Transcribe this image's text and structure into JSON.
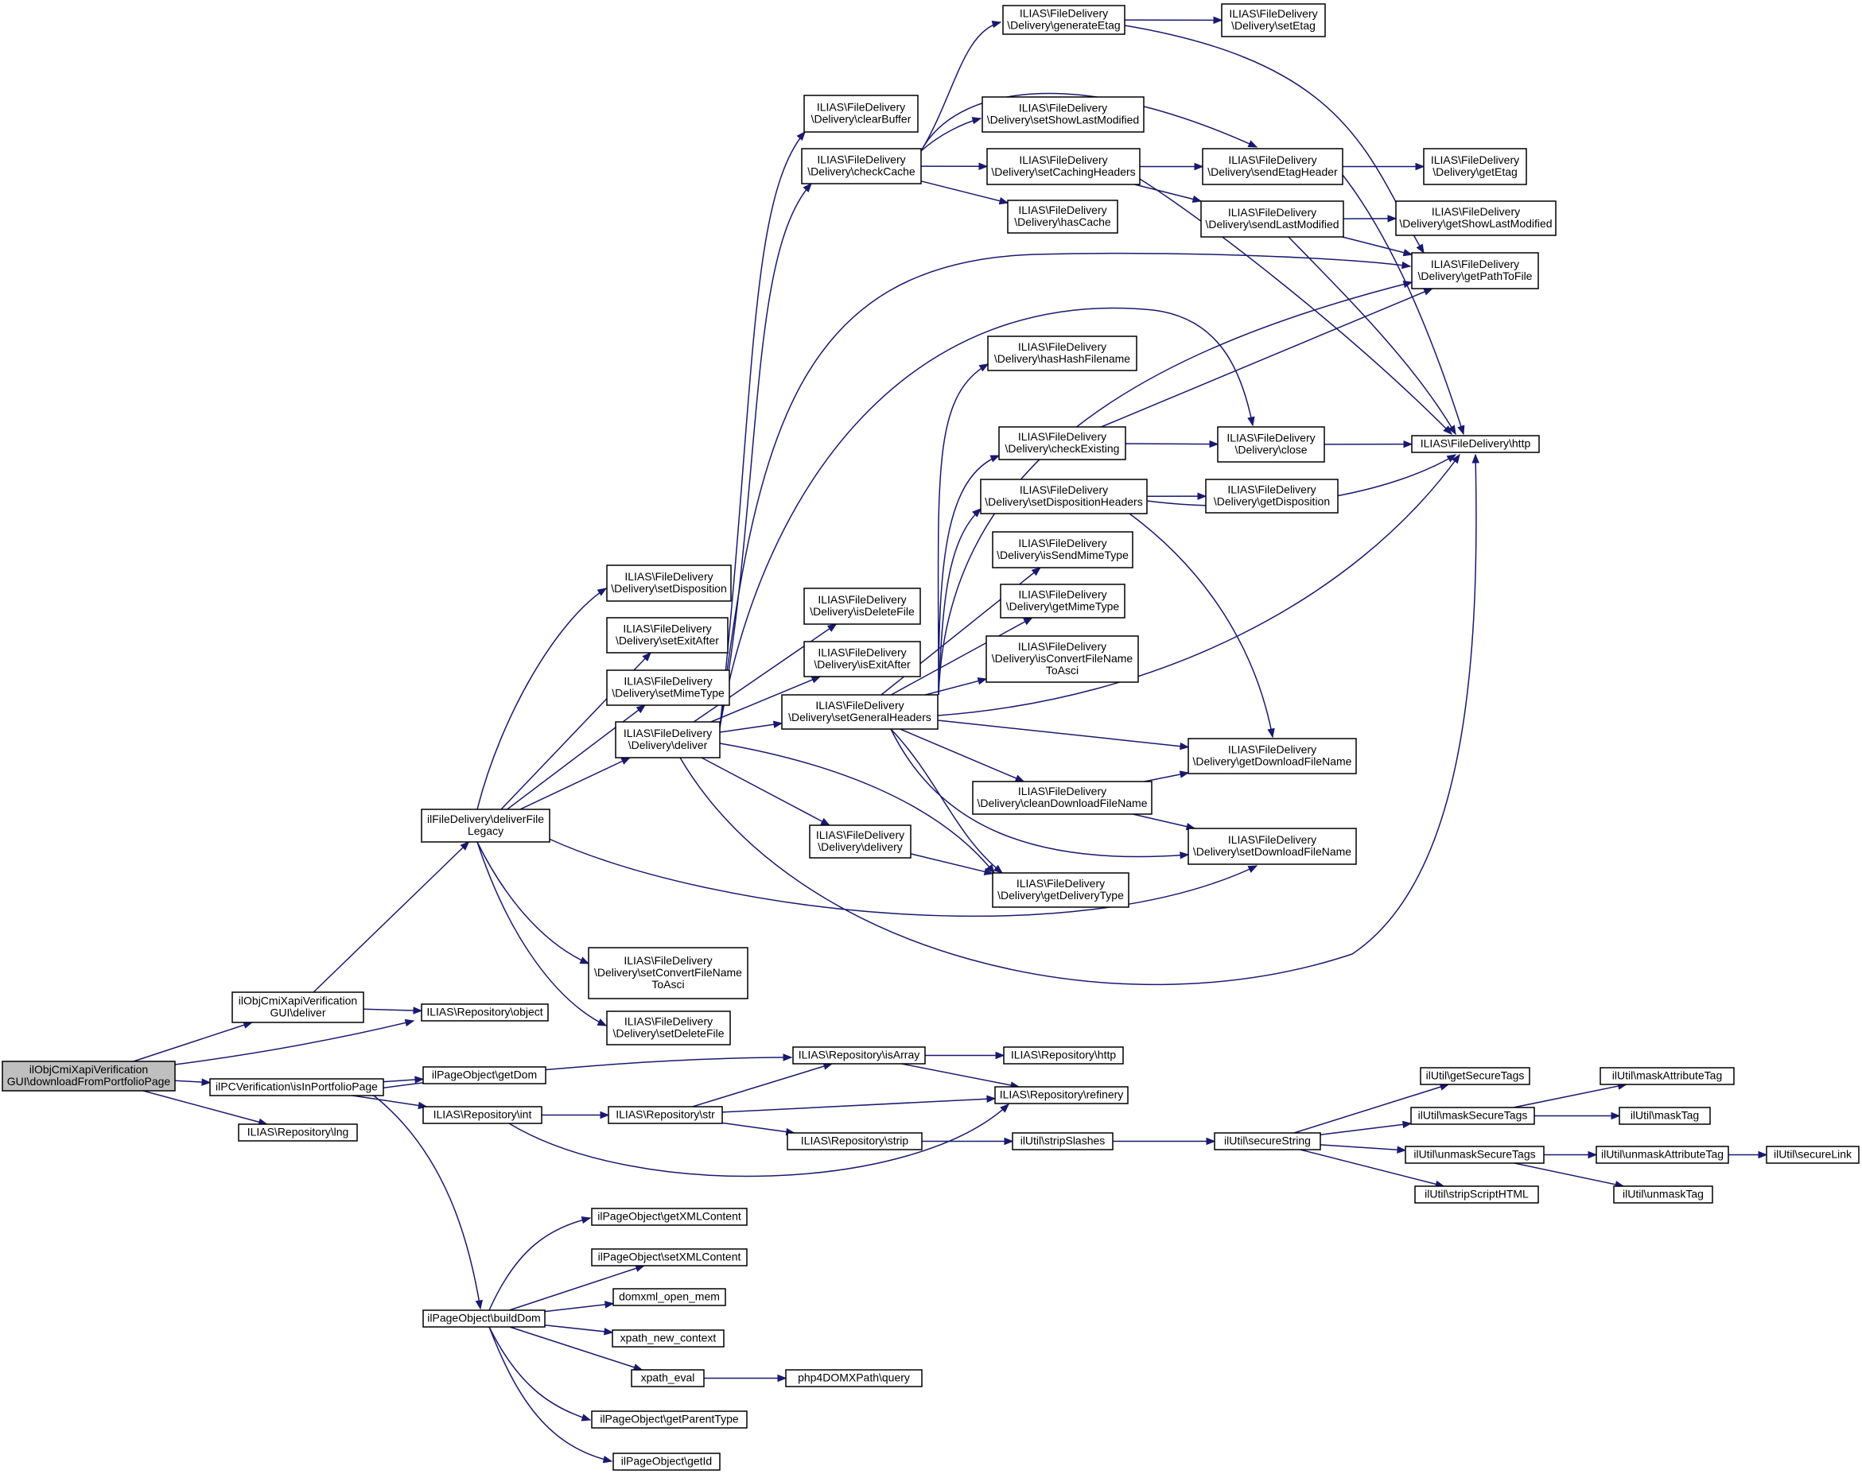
{
  "colors": {
    "edge": "#191970",
    "root_fill": "#bfbfbf",
    "node_fill": "#ffffff",
    "node_border": "#000000"
  },
  "nodes": [
    {
      "id": "root",
      "lines": [
        "ilObjCmiXapiVerification",
        "GUI\\downloadFromPortfolioPage"
      ]
    },
    {
      "id": "gui_deliver",
      "lines": [
        "ilObjCmiXapiVerification",
        "GUI\\deliver"
      ]
    },
    {
      "id": "pc_isInPortfolio",
      "lines": [
        "ilPCVerification\\isInPortfolioPage"
      ]
    },
    {
      "id": "repo_lng",
      "lines": [
        "ILIAS\\Repository\\lng"
      ]
    },
    {
      "id": "repo_object",
      "lines": [
        "ILIAS\\Repository\\object"
      ]
    },
    {
      "id": "fd_legacy",
      "lines": [
        "ilFileDelivery\\deliverFile",
        "Legacy"
      ]
    },
    {
      "id": "setDisposition",
      "lines": [
        "ILIAS\\FileDelivery",
        "\\Delivery\\setDisposition"
      ]
    },
    {
      "id": "setExitAfter",
      "lines": [
        "ILIAS\\FileDelivery",
        "\\Delivery\\setExitAfter"
      ]
    },
    {
      "id": "setMimeType",
      "lines": [
        "ILIAS\\FileDelivery",
        "\\Delivery\\setMimeType"
      ]
    },
    {
      "id": "d_deliver",
      "lines": [
        "ILIAS\\FileDelivery",
        "\\Delivery\\deliver"
      ]
    },
    {
      "id": "setConvertFileNameToAsci",
      "lines": [
        "ILIAS\\FileDelivery",
        "\\Delivery\\setConvertFileName",
        "ToAsci"
      ]
    },
    {
      "id": "setDeleteFile",
      "lines": [
        "ILIAS\\FileDelivery",
        "\\Delivery\\setDeleteFile"
      ]
    },
    {
      "id": "clearBuffer",
      "lines": [
        "ILIAS\\FileDelivery",
        "\\Delivery\\clearBuffer"
      ]
    },
    {
      "id": "checkCache",
      "lines": [
        "ILIAS\\FileDelivery",
        "\\Delivery\\checkCache"
      ]
    },
    {
      "id": "isDeleteFile",
      "lines": [
        "ILIAS\\FileDelivery",
        "\\Delivery\\isDeleteFile"
      ]
    },
    {
      "id": "isExitAfter",
      "lines": [
        "ILIAS\\FileDelivery",
        "\\Delivery\\isExitAfter"
      ]
    },
    {
      "id": "setGeneralHeaders",
      "lines": [
        "ILIAS\\FileDelivery",
        "\\Delivery\\setGeneralHeaders"
      ]
    },
    {
      "id": "delivery",
      "lines": [
        "ILIAS\\FileDelivery",
        "\\Delivery\\delivery"
      ]
    },
    {
      "id": "generateEtag",
      "lines": [
        "ILIAS\\FileDelivery",
        "\\Delivery\\generateEtag"
      ]
    },
    {
      "id": "setShowLastModified",
      "lines": [
        "ILIAS\\FileDelivery",
        "\\Delivery\\setShowLastModified"
      ]
    },
    {
      "id": "setCachingHeaders",
      "lines": [
        "ILIAS\\FileDelivery",
        "\\Delivery\\setCachingHeaders"
      ]
    },
    {
      "id": "hasCache",
      "lines": [
        "ILIAS\\FileDelivery",
        "\\Delivery\\hasCache"
      ]
    },
    {
      "id": "hasHashFilename",
      "lines": [
        "ILIAS\\FileDelivery",
        "\\Delivery\\hasHashFilename"
      ]
    },
    {
      "id": "checkExisting",
      "lines": [
        "ILIAS\\FileDelivery",
        "\\Delivery\\checkExisting"
      ]
    },
    {
      "id": "setDispositionHeaders",
      "lines": [
        "ILIAS\\FileDelivery",
        "\\Delivery\\setDispositionHeaders"
      ]
    },
    {
      "id": "isSendMimeType",
      "lines": [
        "ILIAS\\FileDelivery",
        "\\Delivery\\isSendMimeType"
      ]
    },
    {
      "id": "getMimeType",
      "lines": [
        "ILIAS\\FileDelivery",
        "\\Delivery\\getMimeType"
      ]
    },
    {
      "id": "isConvertFileNameToAsci",
      "lines": [
        "ILIAS\\FileDelivery",
        "\\Delivery\\isConvertFileName",
        "ToAsci"
      ]
    },
    {
      "id": "cleanDownloadFileName",
      "lines": [
        "ILIAS\\FileDelivery",
        "\\Delivery\\cleanDownloadFileName"
      ]
    },
    {
      "id": "getDeliveryType",
      "lines": [
        "ILIAS\\FileDelivery",
        "\\Delivery\\getDeliveryType"
      ]
    },
    {
      "id": "setEtag",
      "lines": [
        "ILIAS\\FileDelivery",
        "\\Delivery\\setEtag"
      ]
    },
    {
      "id": "sendEtagHeader",
      "lines": [
        "ILIAS\\FileDelivery",
        "\\Delivery\\sendEtagHeader"
      ]
    },
    {
      "id": "sendLastModified",
      "lines": [
        "ILIAS\\FileDelivery",
        "\\Delivery\\sendLastModified"
      ]
    },
    {
      "id": "close",
      "lines": [
        "ILIAS\\FileDelivery",
        "\\Delivery\\close"
      ]
    },
    {
      "id": "getDisposition",
      "lines": [
        "ILIAS\\FileDelivery",
        "\\Delivery\\getDisposition"
      ]
    },
    {
      "id": "getDownloadFileName",
      "lines": [
        "ILIAS\\FileDelivery",
        "\\Delivery\\getDownloadFileName"
      ]
    },
    {
      "id": "setDownloadFileName",
      "lines": [
        "ILIAS\\FileDelivery",
        "\\Delivery\\setDownloadFileName"
      ]
    },
    {
      "id": "getEtag",
      "lines": [
        "ILIAS\\FileDelivery",
        "\\Delivery\\getEtag"
      ]
    },
    {
      "id": "getShowLastModified",
      "lines": [
        "ILIAS\\FileDelivery",
        "\\Delivery\\getShowLastModified"
      ]
    },
    {
      "id": "getPathToFile",
      "lines": [
        "ILIAS\\FileDelivery",
        "\\Delivery\\getPathToFile"
      ]
    },
    {
      "id": "fd_http",
      "lines": [
        "ILIAS\\FileDelivery\\http"
      ]
    },
    {
      "id": "po_getDom",
      "lines": [
        "ilPageObject\\getDom"
      ]
    },
    {
      "id": "repo_int",
      "lines": [
        "ILIAS\\Repository\\int"
      ]
    },
    {
      "id": "repo_str",
      "lines": [
        "ILIAS\\Repository\\str"
      ]
    },
    {
      "id": "repo_isArray",
      "lines": [
        "ILIAS\\Repository\\isArray"
      ]
    },
    {
      "id": "repo_strip",
      "lines": [
        "ILIAS\\Repository\\strip"
      ]
    },
    {
      "id": "repo_http",
      "lines": [
        "ILIAS\\Repository\\http"
      ]
    },
    {
      "id": "repo_refinery",
      "lines": [
        "ILIAS\\Repository\\refinery"
      ]
    },
    {
      "id": "stripSlashes",
      "lines": [
        "ilUtil\\stripSlashes"
      ]
    },
    {
      "id": "secureString",
      "lines": [
        "ilUtil\\secureString"
      ]
    },
    {
      "id": "getSecureTags",
      "lines": [
        "ilUtil\\getSecureTags"
      ]
    },
    {
      "id": "maskSecureTags",
      "lines": [
        "ilUtil\\maskSecureTags"
      ]
    },
    {
      "id": "unmaskSecureTags",
      "lines": [
        "ilUtil\\unmaskSecureTags"
      ]
    },
    {
      "id": "stripScriptHTML",
      "lines": [
        "ilUtil\\stripScriptHTML"
      ]
    },
    {
      "id": "maskAttributeTag",
      "lines": [
        "ilUtil\\maskAttributeTag"
      ]
    },
    {
      "id": "maskTag",
      "lines": [
        "ilUtil\\maskTag"
      ]
    },
    {
      "id": "unmaskAttributeTag",
      "lines": [
        "ilUtil\\unmaskAttributeTag"
      ]
    },
    {
      "id": "unmaskTag",
      "lines": [
        "ilUtil\\unmaskTag"
      ]
    },
    {
      "id": "secureLink",
      "lines": [
        "ilUtil\\secureLink"
      ]
    },
    {
      "id": "buildDom",
      "lines": [
        "ilPageObject\\buildDom"
      ]
    },
    {
      "id": "getXMLContent",
      "lines": [
        "ilPageObject\\getXMLContent"
      ]
    },
    {
      "id": "setXMLContent",
      "lines": [
        "ilPageObject\\setXMLContent"
      ]
    },
    {
      "id": "domxml_open_mem",
      "lines": [
        "domxml_open_mem"
      ]
    },
    {
      "id": "xpath_new_context",
      "lines": [
        "xpath_new_context"
      ]
    },
    {
      "id": "xpath_eval",
      "lines": [
        "xpath_eval"
      ]
    },
    {
      "id": "php4query",
      "lines": [
        "php4DOMXPath\\query"
      ]
    },
    {
      "id": "getParentType",
      "lines": [
        "ilPageObject\\getParentType"
      ]
    },
    {
      "id": "getId",
      "lines": [
        "ilPageObject\\getId"
      ]
    }
  ],
  "edges": [
    [
      "root",
      "gui_deliver"
    ],
    [
      "root",
      "repo_object"
    ],
    [
      "root",
      "pc_isInPortfolio"
    ],
    [
      "root",
      "repo_lng"
    ],
    [
      "gui_deliver",
      "fd_legacy"
    ],
    [
      "gui_deliver",
      "repo_object"
    ],
    [
      "fd_legacy",
      "setDisposition"
    ],
    [
      "fd_legacy",
      "setExitAfter"
    ],
    [
      "fd_legacy",
      "setMimeType"
    ],
    [
      "fd_legacy",
      "d_deliver"
    ],
    [
      "fd_legacy",
      "setConvertFileNameToAsci"
    ],
    [
      "fd_legacy",
      "setDeleteFile"
    ],
    [
      "fd_legacy",
      "setDownloadFileName"
    ],
    [
      "d_deliver",
      "clearBuffer"
    ],
    [
      "d_deliver",
      "checkCache"
    ],
    [
      "d_deliver",
      "isDeleteFile"
    ],
    [
      "d_deliver",
      "isExitAfter"
    ],
    [
      "d_deliver",
      "setGeneralHeaders"
    ],
    [
      "d_deliver",
      "delivery"
    ],
    [
      "d_deliver",
      "getDeliveryType"
    ],
    [
      "d_deliver",
      "fd_http"
    ],
    [
      "d_deliver",
      "getPathToFile"
    ],
    [
      "d_deliver",
      "close"
    ],
    [
      "checkCache",
      "generateEtag"
    ],
    [
      "checkCache",
      "setShowLastModified"
    ],
    [
      "checkCache",
      "setCachingHeaders"
    ],
    [
      "checkCache",
      "hasCache"
    ],
    [
      "checkCache",
      "sendEtagHeader"
    ],
    [
      "generateEtag",
      "setEtag"
    ],
    [
      "generateEtag",
      "getPathToFile"
    ],
    [
      "setCachingHeaders",
      "sendEtagHeader"
    ],
    [
      "setCachingHeaders",
      "sendLastModified"
    ],
    [
      "setCachingHeaders",
      "fd_http"
    ],
    [
      "sendEtagHeader",
      "getEtag"
    ],
    [
      "sendEtagHeader",
      "fd_http"
    ],
    [
      "sendLastModified",
      "getShowLastModified"
    ],
    [
      "sendLastModified",
      "getPathToFile"
    ],
    [
      "sendLastModified",
      "fd_http"
    ],
    [
      "setGeneralHeaders",
      "hasHashFilename"
    ],
    [
      "setGeneralHeaders",
      "checkExisting"
    ],
    [
      "setGeneralHeaders",
      "setDispositionHeaders"
    ],
    [
      "setGeneralHeaders",
      "isSendMimeType"
    ],
    [
      "setGeneralHeaders",
      "getMimeType"
    ],
    [
      "setGeneralHeaders",
      "isConvertFileNameToAsci"
    ],
    [
      "setGeneralHeaders",
      "cleanDownloadFileName"
    ],
    [
      "setGeneralHeaders",
      "getDownloadFileName"
    ],
    [
      "setGeneralHeaders",
      "setDownloadFileName"
    ],
    [
      "setGeneralHeaders",
      "getDeliveryType"
    ],
    [
      "setGeneralHeaders",
      "fd_http"
    ],
    [
      "setGeneralHeaders",
      "getPathToFile"
    ],
    [
      "checkExisting",
      "close"
    ],
    [
      "checkExisting",
      "getPathToFile"
    ],
    [
      "close",
      "fd_http"
    ],
    [
      "setDispositionHeaders",
      "getDisposition"
    ],
    [
      "setDispositionHeaders",
      "fd_http"
    ],
    [
      "setDispositionHeaders",
      "getDownloadFileName"
    ],
    [
      "cleanDownloadFileName",
      "getDownloadFileName"
    ],
    [
      "cleanDownloadFileName",
      "setDownloadFileName"
    ],
    [
      "delivery",
      "getDeliveryType"
    ],
    [
      "pc_isInPortfolio",
      "po_getDom"
    ],
    [
      "pc_isInPortfolio",
      "repo_int"
    ],
    [
      "pc_isInPortfolio",
      "buildDom"
    ],
    [
      "pc_isInPortfolio",
      "repo_isArray"
    ],
    [
      "repo_int",
      "repo_str"
    ],
    [
      "repo_int",
      "repo_refinery"
    ],
    [
      "repo_str",
      "repo_isArray"
    ],
    [
      "repo_str",
      "repo_strip"
    ],
    [
      "repo_str",
      "repo_refinery"
    ],
    [
      "repo_isArray",
      "repo_http"
    ],
    [
      "repo_isArray",
      "repo_refinery"
    ],
    [
      "repo_strip",
      "stripSlashes"
    ],
    [
      "stripSlashes",
      "secureString"
    ],
    [
      "secureString",
      "getSecureTags"
    ],
    [
      "secureString",
      "maskSecureTags"
    ],
    [
      "secureString",
      "unmaskSecureTags"
    ],
    [
      "secureString",
      "stripScriptHTML"
    ],
    [
      "maskSecureTags",
      "maskAttributeTag"
    ],
    [
      "maskSecureTags",
      "maskTag"
    ],
    [
      "unmaskSecureTags",
      "unmaskAttributeTag"
    ],
    [
      "unmaskSecureTags",
      "unmaskTag"
    ],
    [
      "unmaskAttributeTag",
      "secureLink"
    ],
    [
      "buildDom",
      "getXMLContent"
    ],
    [
      "buildDom",
      "setXMLContent"
    ],
    [
      "buildDom",
      "domxml_open_mem"
    ],
    [
      "buildDom",
      "xpath_new_context"
    ],
    [
      "buildDom",
      "xpath_eval"
    ],
    [
      "buildDom",
      "getParentType"
    ],
    [
      "buildDom",
      "getId"
    ],
    [
      "xpath_eval",
      "php4query"
    ]
  ]
}
